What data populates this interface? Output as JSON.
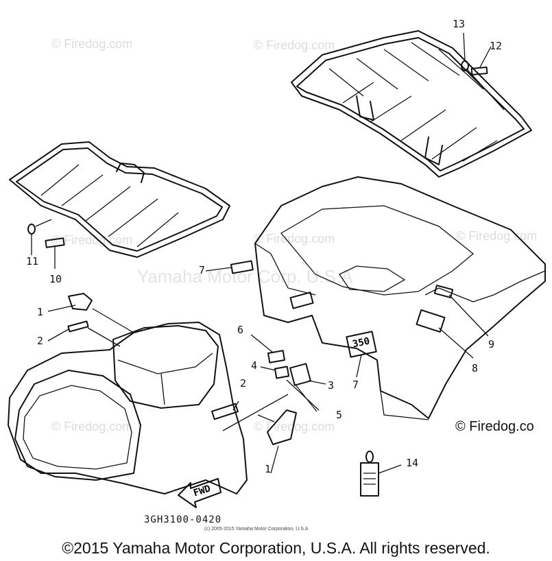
{
  "watermarks": {
    "corner": "© Firedog.com",
    "center": "Yamaha Motor Corp. U.S.A"
  },
  "callouts": {
    "c1": "1",
    "c1b": "1",
    "c2": "2",
    "c2b": "2",
    "c3": "3",
    "c4": "4",
    "c5": "5",
    "c6": "6",
    "c7": "7",
    "c7b": "7",
    "c8": "8",
    "c9": "9",
    "c10": "10",
    "c11": "11",
    "c12": "12",
    "c13": "13",
    "c14": "14"
  },
  "decals": {
    "fwd": "FWD",
    "size_badge": "350"
  },
  "brand_mark": "© Firedog.co",
  "part_code": "3GH3100-0420",
  "small_copyright": "(c) 2005-2015 Yamaha Motor Corporation, U.S.A",
  "footer_copyright": "©2015 Yamaha Motor Corporation, U.S.A. All rights reserved."
}
